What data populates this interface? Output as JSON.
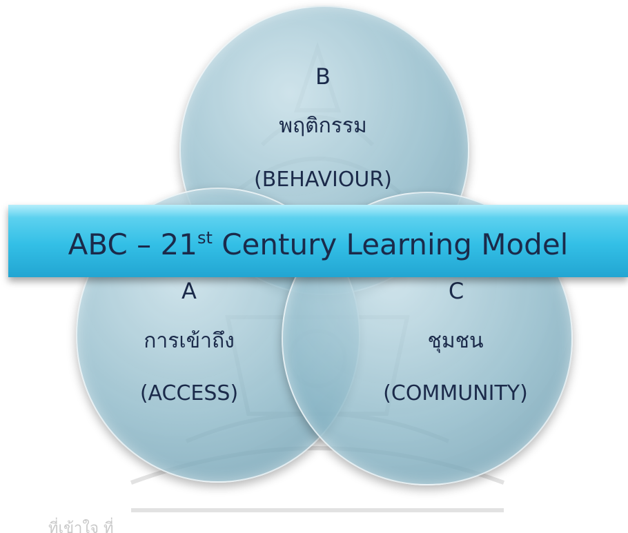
{
  "diagram": {
    "title": {
      "before": "ABC – 21",
      "superscript": "st",
      "after": " Century Learning Model"
    },
    "circles": {
      "b": {
        "letter": "B",
        "thai": "พฤติกรรม",
        "english": "(BEHAVIOUR)"
      },
      "a": {
        "letter": "A",
        "thai": "การเข้าถึง",
        "english": "(ACCESS)"
      },
      "c": {
        "letter": "C",
        "thai": "ชุมชน",
        "english": "(COMMUNITY)"
      }
    },
    "bottom_text": "ที่เข้าใจ ที่"
  },
  "colors": {
    "circle_fill": "#8ab6c6",
    "banner_fill": "#33bfe6",
    "text": "#1b2a4a",
    "watermark": "#d6d6d6"
  }
}
